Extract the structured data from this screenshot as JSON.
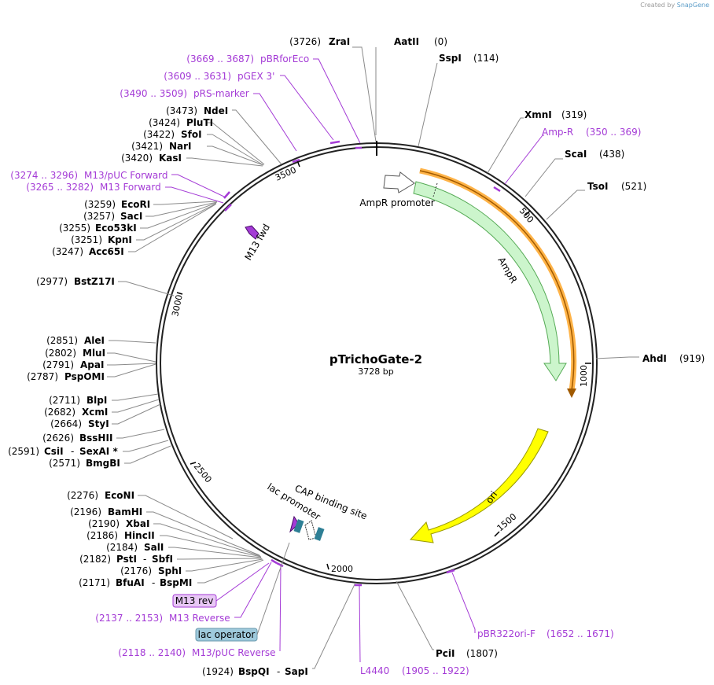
{
  "credit": {
    "prefix": "Created by",
    "brand": "SnapGene"
  },
  "plasmid": {
    "name": "pTrichoGate-2",
    "length_label": "3728 bp"
  },
  "ticks": [
    "500",
    "1000",
    "1500",
    "2000",
    "2500",
    "3000",
    "3500"
  ],
  "enzymes": [
    {
      "name": "ZraI",
      "pos": "(3726)"
    },
    {
      "name": "AatII",
      "pos": "(0)"
    },
    {
      "name": "SspI",
      "pos": "(114)"
    },
    {
      "name": "XmnI",
      "pos": "(319)"
    },
    {
      "name": "ScaI",
      "pos": "(438)"
    },
    {
      "name": "TsoI",
      "pos": "(521)"
    },
    {
      "name": "AhdI",
      "pos": "(919)"
    },
    {
      "name": "PciI",
      "pos": "(1807)"
    },
    {
      "name": "BspQI",
      "name2": "SapI",
      "pos": "(1924)"
    },
    {
      "name": "NdeI",
      "pos": "(3473)"
    },
    {
      "name": "PluTI",
      "pos": "(3424)"
    },
    {
      "name": "SfoI",
      "pos": "(3422)"
    },
    {
      "name": "NarI",
      "pos": "(3421)"
    },
    {
      "name": "KasI",
      "pos": "(3420)"
    },
    {
      "name": "EcoRI",
      "pos": "(3259)"
    },
    {
      "name": "SacI",
      "pos": "(3257)"
    },
    {
      "name": "Eco53kI",
      "pos": "(3255)"
    },
    {
      "name": "KpnI",
      "pos": "(3251)"
    },
    {
      "name": "Acc65I",
      "pos": "(3247)"
    },
    {
      "name": "BstZ17I",
      "pos": "(2977)"
    },
    {
      "name": "AleI",
      "pos": "(2851)"
    },
    {
      "name": "MluI",
      "pos": "(2802)"
    },
    {
      "name": "ApaI",
      "pos": "(2791)"
    },
    {
      "name": "PspOMI",
      "pos": "(2787)"
    },
    {
      "name": "BlpI",
      "pos": "(2711)"
    },
    {
      "name": "XcmI",
      "pos": "(2682)"
    },
    {
      "name": "StyI",
      "pos": "(2664)"
    },
    {
      "name": "BssHII",
      "pos": "(2626)"
    },
    {
      "name": "CsiI",
      "name2": "SexAI *",
      "pos": "(2591)"
    },
    {
      "name": "BmgBI",
      "pos": "(2571)"
    },
    {
      "name": "EcoNI",
      "pos": "(2276)"
    },
    {
      "name": "BamHI",
      "pos": "(2196)"
    },
    {
      "name": "XbaI",
      "pos": "(2190)"
    },
    {
      "name": "HincII",
      "pos": "(2186)"
    },
    {
      "name": "SalI",
      "pos": "(2184)"
    },
    {
      "name": "PstI",
      "name2": "SbfI",
      "pos": "(2182)"
    },
    {
      "name": "SphI",
      "pos": "(2176)"
    },
    {
      "name": "BfuAI",
      "name2": "BspMI",
      "pos": "(2171)"
    }
  ],
  "primers": [
    {
      "name": "pBRforEco",
      "range": "(3669 .. 3687)"
    },
    {
      "name": "pGEX 3'",
      "range": "(3609 .. 3631)"
    },
    {
      "name": "pRS-marker",
      "range": "(3490 .. 3509)"
    },
    {
      "name": "M13/pUC Forward",
      "range": "(3274 .. 3296)"
    },
    {
      "name": "M13 Forward",
      "range": "(3265 .. 3282)"
    },
    {
      "name": "Amp-R",
      "range": "(350 .. 369)"
    },
    {
      "name": "pBR322ori-F",
      "range": "(1652 .. 1671)"
    },
    {
      "name": "L4440",
      "range": "(1905 .. 1922)"
    },
    {
      "name": "M13 Reverse",
      "range": "(2137 .. 2153)"
    },
    {
      "name": "M13/pUC Reverse",
      "range": "(2118 .. 2140)"
    }
  ],
  "features": {
    "ampr_promoter": "AmpR promoter",
    "ampr": "AmpR",
    "ori": "ori",
    "m13_fwd": "M13 fwd",
    "cap_site": "CAP binding site",
    "lac_promoter": "lac promoter",
    "m13_rev_badge": "M13 rev",
    "lac_operator_badge": "lac operator"
  },
  "colors": {
    "primer": "#a43bd6",
    "ampr_fill": "#ccf5cc",
    "ampr_stroke": "#55aa55",
    "ori_fill": "#ffff00",
    "ampr_primer_orange": "#ffb347",
    "lac_operator": "#9fcadc",
    "m13_rev_badge": "#e8c8f5",
    "cap_teal": "#2e7f95"
  }
}
